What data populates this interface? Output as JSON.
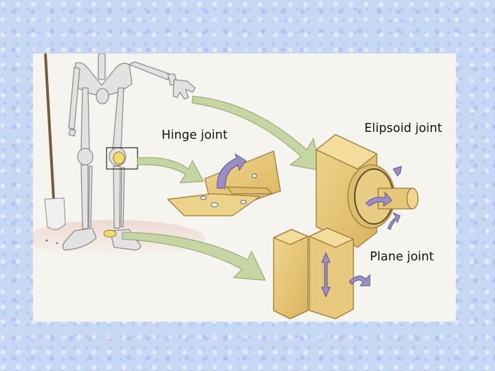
{
  "labels": {
    "hinge": "Hinge joint",
    "ellipsoid": "Elipsoid joint",
    "plane": "Plane joint"
  },
  "colors": {
    "background": "#c6d8f4",
    "panel": "#f6f4ee",
    "wood": "#e8c87c",
    "arrow_fill": "#c5d6a2",
    "rotation_arrow": "#9a8fc4",
    "bone": "#e4e4e4",
    "highlight": "#f2dc6a"
  }
}
